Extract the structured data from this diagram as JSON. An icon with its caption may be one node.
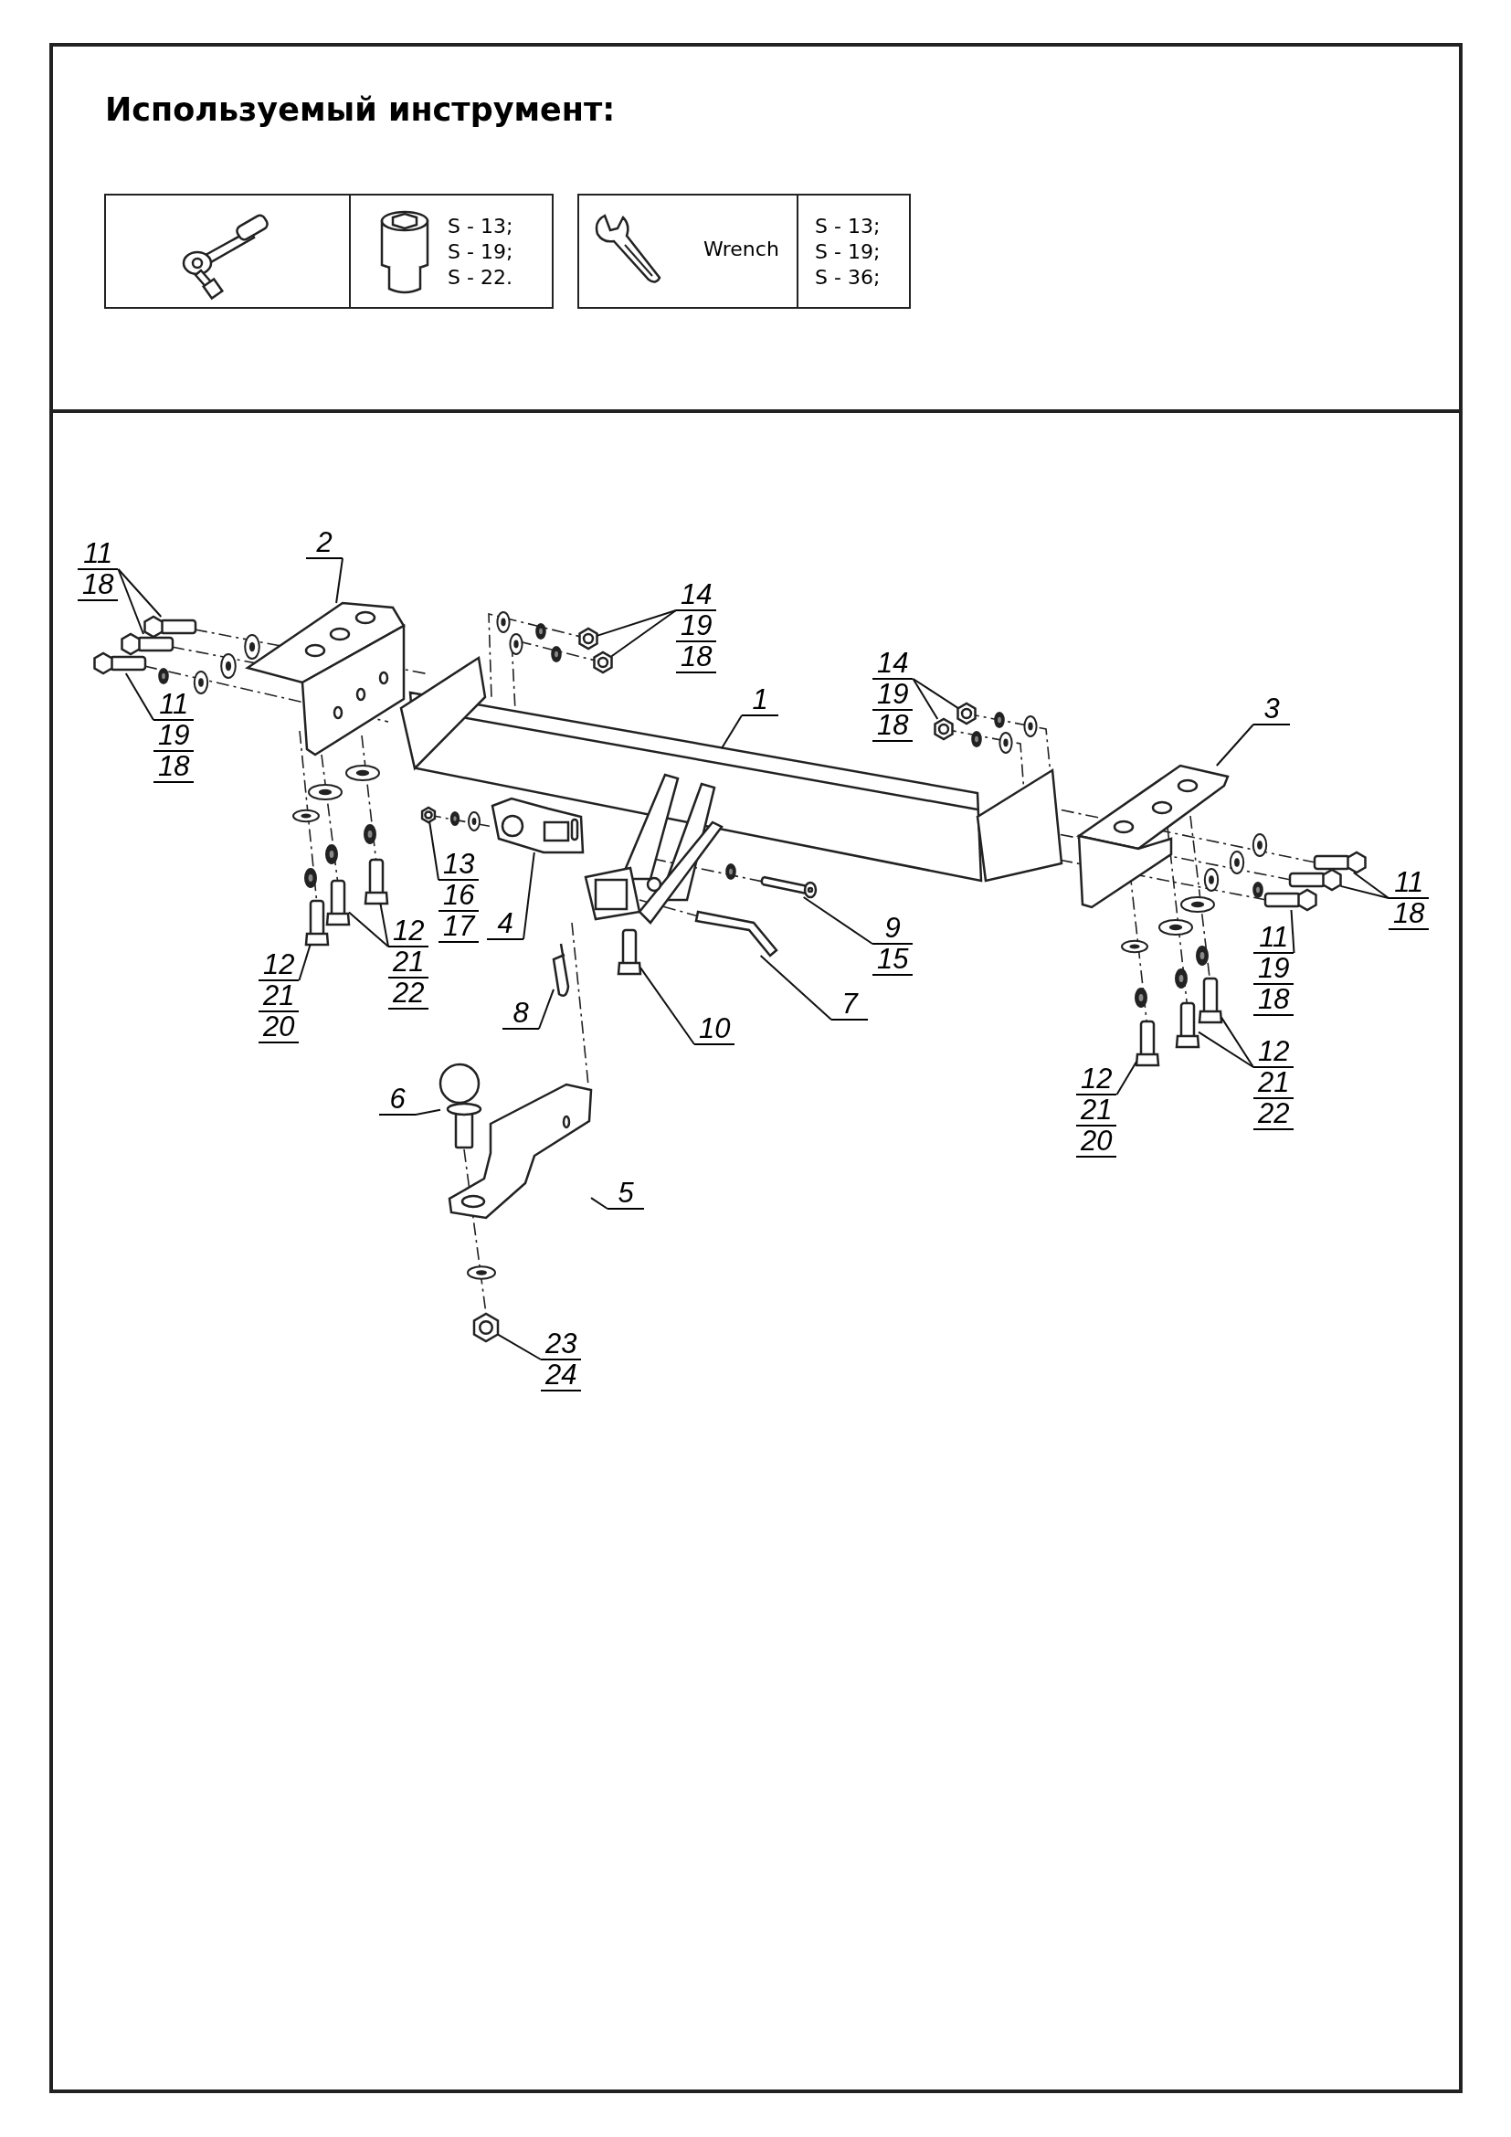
{
  "diagram": {
    "title": "Используемый инструмент:",
    "nodes": [
      {
        "text": [
          "11",
          "18"
        ]
      },
      {
        "text": [
          "2"
        ]
      },
      {
        "text": [
          "14",
          "19",
          "18"
        ]
      },
      {
        "text": [
          "11",
          "19",
          "18"
        ]
      },
      {
        "text": [
          "14",
          "19",
          "18"
        ]
      },
      {
        "text": [
          "1"
        ]
      },
      {
        "text": [
          "3"
        ]
      },
      {
        "text": [
          "13",
          "16",
          "17"
        ]
      },
      {
        "text": [
          "4"
        ]
      },
      {
        "text": [
          "11",
          "18"
        ]
      },
      {
        "text": [
          "9",
          "15"
        ]
      },
      {
        "text": [
          "12",
          "21",
          "22"
        ]
      },
      {
        "text": [
          "11",
          "19",
          "18"
        ]
      },
      {
        "text": [
          "12",
          "21",
          "20"
        ]
      },
      {
        "text": [
          "7"
        ]
      },
      {
        "text": [
          "8"
        ]
      },
      {
        "text": [
          "10"
        ]
      },
      {
        "text": [
          "12",
          "21",
          "22"
        ]
      },
      {
        "text": [
          "12",
          "21",
          "20"
        ]
      },
      {
        "text": [
          "6"
        ]
      },
      {
        "text": [
          "5"
        ]
      },
      {
        "text": [
          "23",
          "24"
        ]
      },
      {
        "text": [],
        "shape": "picture"
      },
      {
        "text": [],
        "shape": "picture"
      },
      {
        "text": [],
        "shape": "picture"
      },
      {
        "text": [],
        "shape": "picture"
      },
      {
        "text": [],
        "shape": "picture"
      },
      {
        "text": [],
        "shape": "picture"
      },
      {
        "text": [],
        "shape": "picture"
      },
      {
        "text": [],
        "shape": "picture"
      },
      {
        "text": [],
        "shape": "picture"
      },
      {
        "text": [],
        "shape": "picture"
      },
      {
        "text": [],
        "shape": "picture"
      },
      {
        "text": [],
        "shape": "picture"
      },
      {
        "text": [],
        "shape": "picture"
      },
      {
        "text": [],
        "shape": "picture"
      },
      {
        "text": [],
        "shape": "picture"
      },
      {
        "text": [],
        "shape": "picture"
      },
      {
        "text": [],
        "shape": "picture"
      },
      {
        "text": [],
        "shape": "picture"
      },
      {
        "text": [],
        "shape": "picture"
      },
      {
        "text": [],
        "shape": "picture"
      },
      {
        "text": [],
        "shape": "picture"
      },
      {
        "text": [],
        "shape": "picture"
      },
      {
        "text": [],
        "shape": "picture"
      },
      {
        "text": [],
        "shape": "picture"
      },
      {
        "text": [],
        "shape": "picture"
      },
      {
        "text": [],
        "shape": "picture"
      },
      {
        "text": [],
        "shape": "picture"
      },
      {
        "text": [],
        "shape": "picture"
      }
    ],
    "edges": [
      {
        "from": 0,
        "to": 22,
        "arrow": "none"
      },
      {
        "from": 0,
        "to": 23,
        "arrow": "none"
      },
      {
        "from": 1,
        "to": 25,
        "arrow": "none"
      },
      {
        "from": 2,
        "to": 26,
        "arrow": "none"
      },
      {
        "from": 2,
        "to": 27,
        "arrow": "none"
      },
      {
        "from": 3,
        "to": 24,
        "arrow": "none"
      },
      {
        "from": 4,
        "to": 29,
        "arrow": "none"
      },
      {
        "from": 4,
        "to": 30,
        "arrow": "none"
      },
      {
        "from": 5,
        "to": 28,
        "arrow": "none"
      },
      {
        "from": 6,
        "to": 31,
        "arrow": "none"
      },
      {
        "from": 7,
        "to": 32,
        "arrow": "none"
      },
      {
        "from": 8,
        "to": 33,
        "arrow": "none"
      },
      {
        "from": 9,
        "to": 34,
        "arrow": "none"
      },
      {
        "from": 9,
        "to": 35,
        "arrow": "none"
      },
      {
        "from": 10,
        "to": 37,
        "arrow": "none"
      },
      {
        "from": 11,
        "to": 39,
        "arrow": "none"
      },
      {
        "from": 11,
        "to": 40,
        "arrow": "none"
      },
      {
        "from": 12,
        "to": 36,
        "arrow": "none"
      },
      {
        "from": 13,
        "to": 38,
        "arrow": "none"
      },
      {
        "from": 14,
        "to": 41,
        "arrow": "none"
      },
      {
        "from": 15,
        "to": 42,
        "arrow": "none"
      },
      {
        "from": 16,
        "to": 43,
        "arrow": "none"
      },
      {
        "from": 17,
        "to": 45,
        "arrow": "none"
      },
      {
        "from": 17,
        "to": 46,
        "arrow": "none"
      },
      {
        "from": 18,
        "to": 44,
        "arrow": "none"
      },
      {
        "from": 19,
        "to": 47,
        "arrow": "none"
      },
      {
        "from": 20,
        "to": 48,
        "arrow": "none"
      },
      {
        "from": 21,
        "to": 49,
        "arrow": "none"
      }
    ],
    "labels": [
      "S - 13; S - 19; S - 22.",
      "Wrench",
      "S - 13; S - 19; S - 36;"
    ]
  }
}
